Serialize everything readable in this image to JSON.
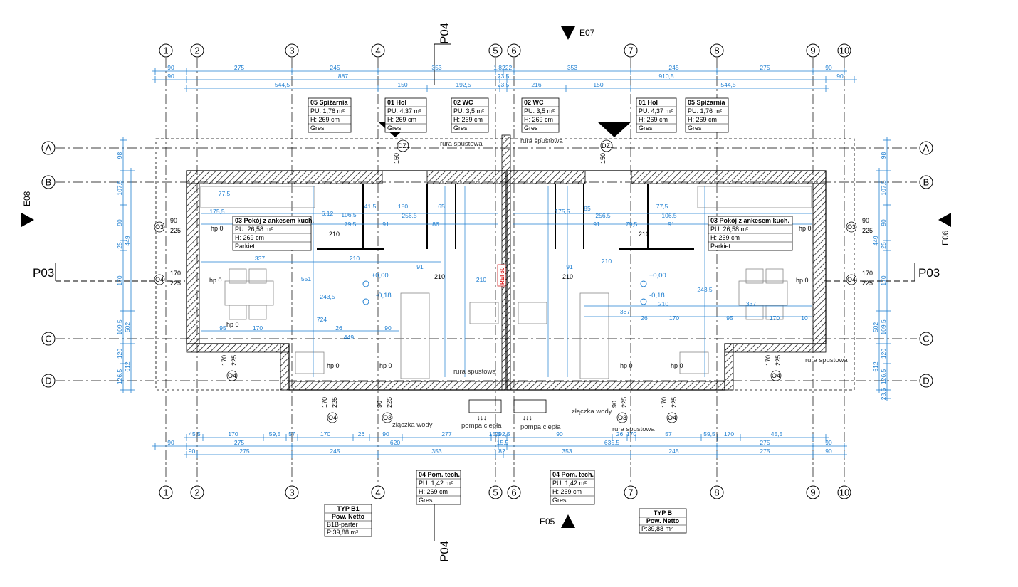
{
  "axes": {
    "numbers": [
      "1",
      "2",
      "3",
      "4",
      "5",
      "6",
      "7",
      "8",
      "9",
      "10"
    ],
    "letters": [
      "A",
      "B",
      "C",
      "D"
    ]
  },
  "elevations": {
    "top": "E07",
    "bottom": "E05",
    "left": "E08",
    "right": "E06"
  },
  "sections": {
    "vertical": "P04",
    "horizontal": "P03"
  },
  "top_dims": {
    "row1": [
      "90",
      "275",
      "245",
      "353",
      "1,82",
      "22",
      "353",
      "245",
      "275",
      "90"
    ],
    "row2": [
      "90",
      "887",
      "23,5",
      "910,5",
      "90"
    ],
    "row3": [
      "544,5",
      "150",
      "192,5",
      "23,5",
      "216",
      "150",
      "544,5"
    ]
  },
  "bottom_dims": {
    "row1": [
      "45,5",
      "170",
      "59,5",
      "57",
      "170",
      "26",
      "90",
      "277",
      "15,5",
      "292,5",
      "90",
      "26",
      "170",
      "57",
      "59,5",
      "170",
      "45,5"
    ],
    "row2": [
      "90",
      "275",
      "620",
      "15,5",
      "635,5",
      "275",
      "90"
    ],
    "row3": [
      "90",
      "275",
      "245",
      "353",
      "1,82",
      "353",
      "245",
      "275",
      "90"
    ]
  },
  "left_dims": {
    "col1": [
      "98",
      "107,5",
      "90",
      "25",
      "170",
      "109,5",
      "120",
      "126,5"
    ],
    "col2": [
      "449",
      "502",
      "612"
    ]
  },
  "right_dims": {
    "col1": [
      "98",
      "107,5",
      "90",
      "25",
      "170",
      "109,5",
      "120",
      "126,5",
      "28,5"
    ],
    "col2": [
      "449",
      "502",
      "612"
    ]
  },
  "room_tags": [
    {
      "title": "05 Spiżarnia",
      "pu": "PU: 1,76 m²",
      "h": "H: 269 cm",
      "floor": "Gres"
    },
    {
      "title": "01 Hol",
      "pu": "PU: 4,37 m²",
      "h": "H: 269 cm",
      "floor": "Gres"
    },
    {
      "title": "02 WC",
      "pu": "PU: 3,5 m²",
      "h": "H: 269 cm",
      "floor": "Gres"
    },
    {
      "title": "02 WC",
      "pu": "PU: 3,5 m²",
      "h": "H: 269 cm",
      "floor": "Gres"
    },
    {
      "title": "01 Hol",
      "pu": "PU: 4,37 m²",
      "h": "H: 269 cm",
      "floor": "Gres"
    },
    {
      "title": "05 Spiżarnia",
      "pu": "PU: 1,76 m²",
      "h": "H: 269 cm",
      "floor": "Gres"
    },
    {
      "title": "03 Pokój z ankesem kuch.",
      "pu": "PU: 26,58 m²",
      "h": "H: 269 cm",
      "floor": "Parkiet"
    },
    {
      "title": "03 Pokój z ankesem kuch.",
      "pu": "PU: 26,58 m²",
      "h": "H: 269 cm",
      "floor": "Parkiet"
    },
    {
      "title": "04 Pom. tech.",
      "pu": "PU: 1,42 m²",
      "h": "H: 269 cm",
      "floor": "Gres"
    },
    {
      "title": "04 Pom. tech.",
      "pu": "PU: 1,42 m²",
      "h": "H: 269 cm",
      "floor": "Gres"
    }
  ],
  "type_tags": [
    {
      "title": "TYP B1",
      "sub": "Pow. Netto",
      "line": "B1B-parter",
      "area": "P:39,88 m²"
    },
    {
      "title": "TYP B",
      "sub": "Pow. Netto",
      "area": "P:39,88 m²"
    }
  ],
  "notes": {
    "rura": "rura spustowa",
    "zlaczka": "złączka wody",
    "pompa": "pompa ciepła",
    "dz1": "DZ1",
    "rei": "REI 60",
    "levels": [
      "±0,00",
      "-0,18"
    ]
  },
  "openings": {
    "o3": "O3",
    "o4": "O4",
    "hp0": "hp 0",
    "w90": "90",
    "w225": "225",
    "w170": "170",
    "w210": "210",
    "w150": "150"
  },
  "interior_dims": {
    "left": [
      "106,5",
      "41,5",
      "180",
      "65",
      "256,5",
      "79,5",
      "91",
      "86",
      "337",
      "210",
      "724",
      "95",
      "170",
      "26",
      "90",
      "449",
      "551",
      "243,5",
      "175,5",
      "6,12",
      "77,5",
      "91",
      "210"
    ],
    "right": [
      "85",
      "256,5",
      "106,5",
      "79,5",
      "91",
      "91",
      "387",
      "337",
      "210",
      "170",
      "26",
      "95",
      "170",
      "10",
      "243,5",
      "77,5",
      "91",
      "210",
      "175,5"
    ]
  },
  "colors": {
    "dim": "#1f7fd1",
    "wall": "#000000",
    "red": "#d22222"
  }
}
